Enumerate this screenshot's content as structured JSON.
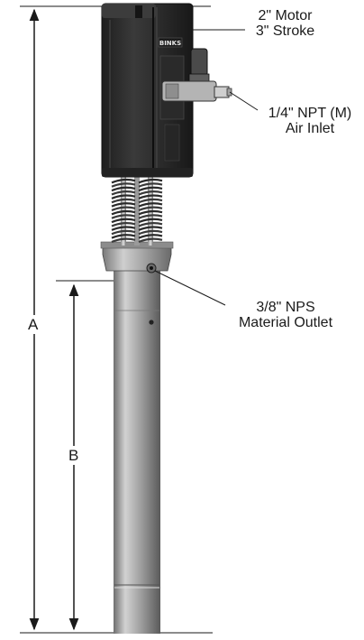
{
  "labels": {
    "motor": "2\" Motor",
    "stroke": "3\" Stroke",
    "air_inlet_size": "1/4\" NPT (M)",
    "air_inlet": "Air Inlet",
    "outlet_size": "3/8\" NPS",
    "outlet": "Material Outlet",
    "dim_a": "A",
    "dim_b": "B",
    "brand": "BINKS"
  },
  "colors": {
    "line": "#1a1a1a",
    "motor_body": "#2c2c2c",
    "tube": "#a8a8a8"
  }
}
